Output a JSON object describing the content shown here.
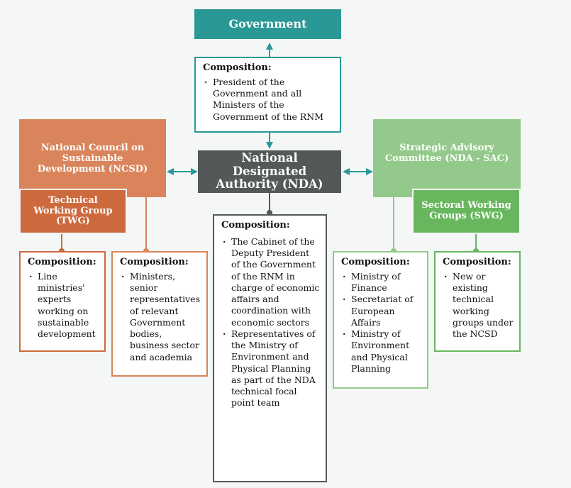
{
  "government": {
    "title": "Government"
  },
  "gov_composition": {
    "title": "Composition:",
    "items": [
      "President of the Government and all Ministers of the Government of the RNM"
    ]
  },
  "nda": {
    "title": "National Designated Authority (NDA)"
  },
  "nda_composition": {
    "title": "Composition:",
    "items": [
      "The Cabinet of the Deputy President of the Government of the RNM in charge of economic affairs and coordination with economic sectors",
      "Representatives of the Ministry of Environment and Physical Planning as part of the NDA technical focal point team"
    ]
  },
  "ncsd": {
    "title": "National Council on Sustainable Development (NCSD)"
  },
  "twg": {
    "title": "Technical Working Group (TWG)"
  },
  "twg_composition": {
    "title": "Composition:",
    "items": [
      "Line ministries' experts working on sustainable development"
    ]
  },
  "ncsd_composition": {
    "title": "Composition:",
    "items": [
      "Ministers, senior representatives of relevant Government bodies, business sector and academia"
    ]
  },
  "sac": {
    "title": "Strategic Advisory Committee (NDA - SAC)"
  },
  "swg": {
    "title": "Sectoral Working Groups (SWG)"
  },
  "sac_composition": {
    "title": "Composition:",
    "items": [
      "Ministry of Finance",
      "Secretariat of European Affairs",
      "Ministry of Environment and Physical Planning"
    ]
  },
  "swg_composition": {
    "title": "Composition:",
    "items": [
      "New or existing technical working groups under the NCSD"
    ]
  },
  "colors": {
    "teal": "#2a9896",
    "dark_gray": "#555858",
    "orange_light": "#d9845a",
    "orange_dark": "#cd6a3d",
    "green_light": "#93c98a",
    "green_dark": "#68b75e"
  }
}
